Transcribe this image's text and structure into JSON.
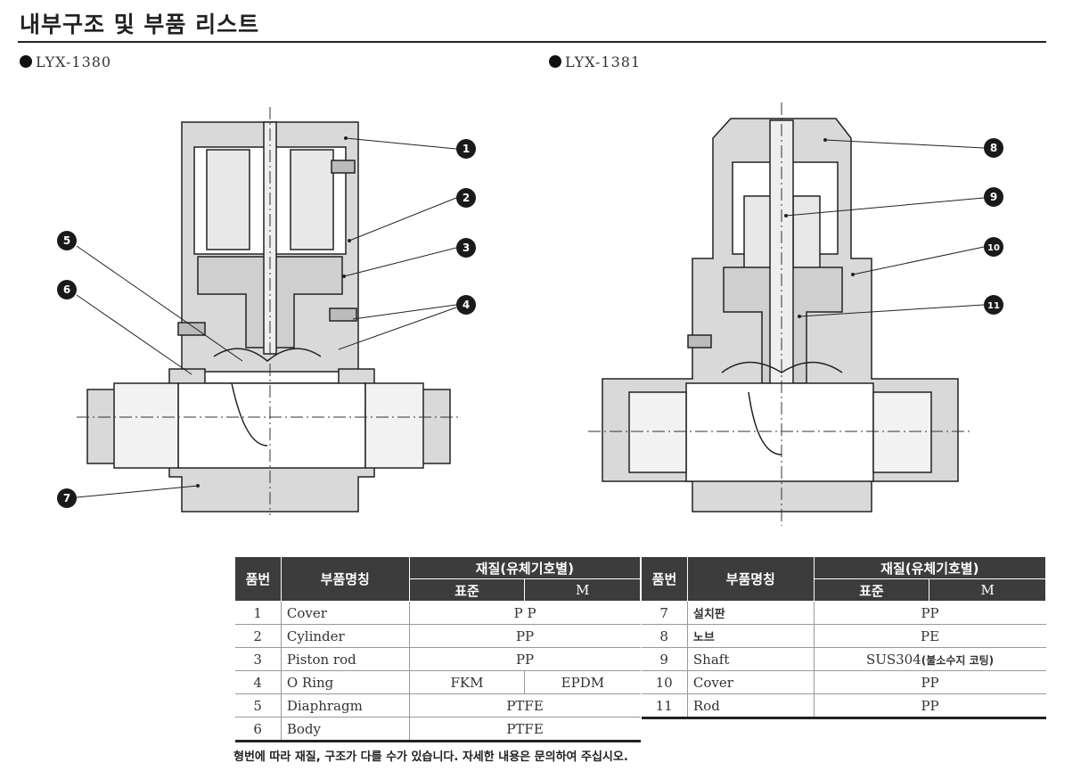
{
  "page": {
    "title": "내부구조 및 부품 리스트"
  },
  "models": {
    "left": "LYX-1380",
    "right": "LYX-1381"
  },
  "callouts": [
    "1",
    "2",
    "3",
    "4",
    "5",
    "6",
    "7",
    "8",
    "9",
    "10",
    "11"
  ],
  "table_headers": {
    "part_no": "품번",
    "part_name": "부품명칭",
    "material": "재질(유체기호별)",
    "standard": "표준",
    "m": "M"
  },
  "left_table": [
    {
      "no": "1",
      "name": "Cover",
      "std": "P P"
    },
    {
      "no": "2",
      "name": "Cylinder",
      "std": "PP"
    },
    {
      "no": "3",
      "name": "Piston rod",
      "std": "PP"
    },
    {
      "no": "4",
      "name": "O Ring",
      "std": "FKM",
      "m": "EPDM"
    },
    {
      "no": "5",
      "name": "Diaphragm",
      "std": "PTFE"
    },
    {
      "no": "6",
      "name": "Body",
      "std": "PTFE"
    }
  ],
  "right_table": [
    {
      "no": "7",
      "name": "설치판",
      "std": "PP"
    },
    {
      "no": "8",
      "name": "노브",
      "std": "PE"
    },
    {
      "no": "9",
      "name": "Shaft",
      "std": "SUS304",
      "std_note": "(불소수지 코팅)"
    },
    {
      "no": "10",
      "name": "Cover",
      "std": "PP"
    },
    {
      "no": "11",
      "name": "Rod",
      "std": "PP"
    }
  ],
  "note": "형번에 따라 재질, 구조가 다를 수가 있습니다. 자세한 내용은 문의하여 주십시오.",
  "colors": {
    "body_fill": "#d9d9d9",
    "header_bg": "#3c3c3c",
    "callout_bg": "#1a1a1a"
  }
}
